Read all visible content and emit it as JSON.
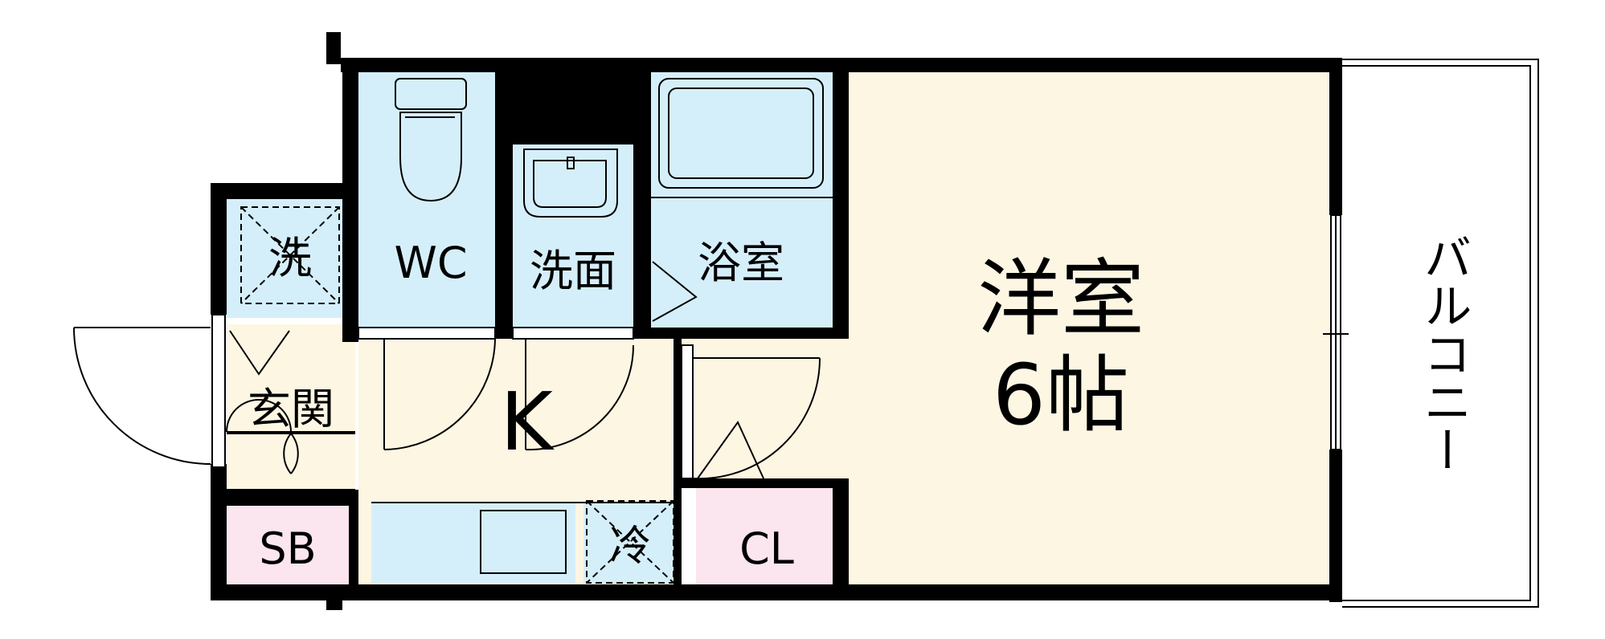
{
  "rooms": {
    "western_room": {
      "label": "洋室",
      "size": "6帖"
    },
    "kitchen": {
      "label": "K"
    },
    "bath": {
      "label": "浴室"
    },
    "washroom": {
      "label": "洗面"
    },
    "wc": {
      "label": "WC"
    },
    "laundry": {
      "label": "洗"
    },
    "entrance": {
      "label": "玄関"
    },
    "shoe_box": {
      "label": "SB"
    },
    "closet": {
      "label": "CL"
    },
    "fridge": {
      "label": "冷"
    },
    "balcony": {
      "label": "バルコニー"
    }
  },
  "colors": {
    "wall": "#000000",
    "floor_western": "#fdf6e3",
    "floor_kitchen": "#fdf6e3",
    "wet_area": "#d5effa",
    "storage": "#fbe5ee",
    "line": "#000000"
  }
}
